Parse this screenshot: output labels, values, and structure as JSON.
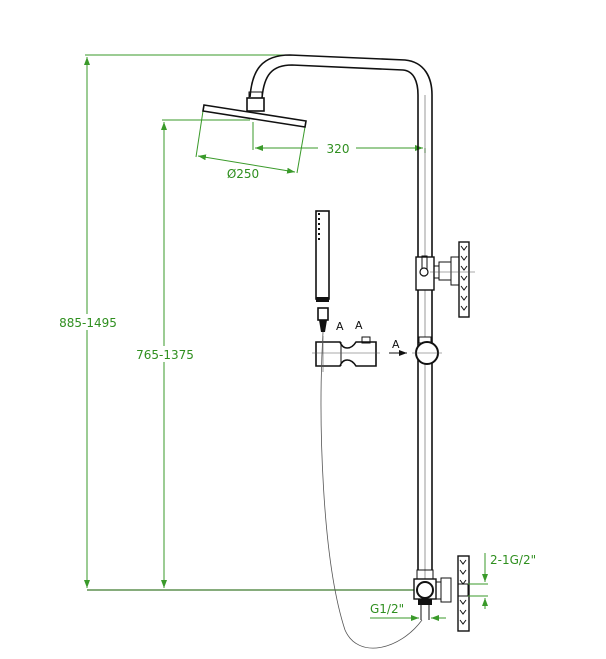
{
  "dimensions": {
    "overall_height": "885-1495",
    "head_height": "765-1375",
    "arm_reach": "320",
    "head_diameter": "Ø250",
    "inlet_spacing": "2-1G/2\"",
    "outlet_thread": "G1/2\""
  },
  "view_labels": {
    "section_a": "A",
    "section_a_arrow": "A",
    "detail_marker": "A"
  },
  "colors": {
    "dimension": "#3a9a2a",
    "line": "#111111"
  }
}
